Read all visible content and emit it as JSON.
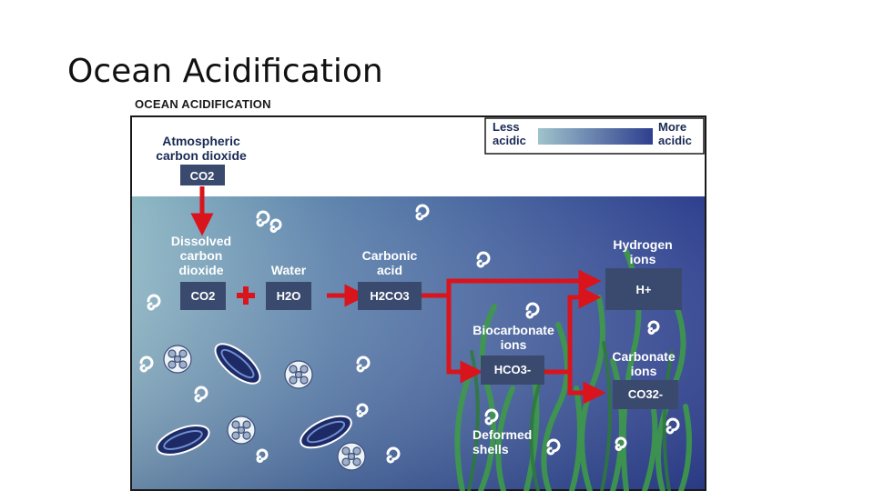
{
  "slide": {
    "title": "Ocean Acidification"
  },
  "figure": {
    "title": "OCEAN ACIDIFICATION",
    "legend": {
      "less": [
        "Less",
        "acidic"
      ],
      "more": [
        "More",
        "acidic"
      ]
    },
    "atmospheric": {
      "label": [
        "Atmospheric",
        "carbon dioxide"
      ],
      "formula": "CO2"
    },
    "dissolved": {
      "label": [
        "Dissolved",
        "carbon",
        "dioxide"
      ],
      "formula": "CO2"
    },
    "water": {
      "label": "Water",
      "formula": "H2O"
    },
    "carbonic": {
      "label": [
        "Carbonic",
        "acid"
      ],
      "formula": "H2CO3"
    },
    "hydrogen": {
      "label": [
        "Hydrogen",
        "ions"
      ],
      "formula": "H+"
    },
    "bicarbonate": {
      "label": [
        "Biocarbonate",
        "ions"
      ],
      "formula": "HCO3-"
    },
    "carbonate": {
      "label": [
        "Carbonate",
        "ions"
      ],
      "formula": "CO32-"
    },
    "deformed": {
      "label": [
        "Deformed",
        "shells"
      ]
    },
    "colors": {
      "sky": "#ffffff",
      "ocean_light": "#8fb8c4",
      "ocean_dark": "#2e3f8f",
      "box": "#3a4a6e",
      "arrow": "#d9141c",
      "seaweed": "#3e9a4a"
    }
  }
}
